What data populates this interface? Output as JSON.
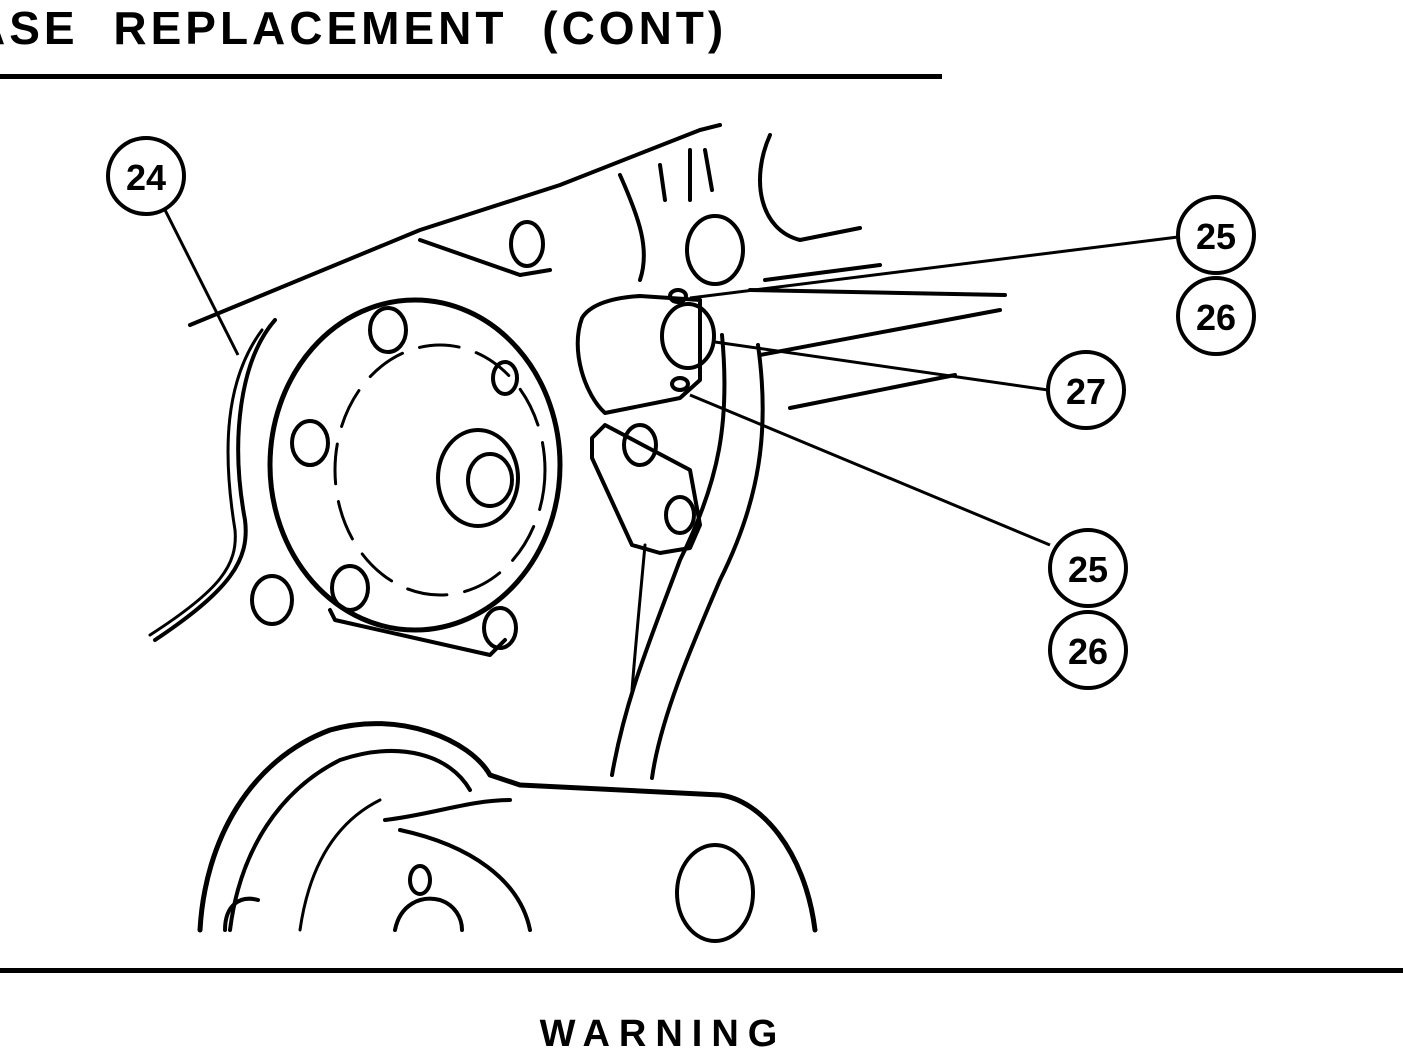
{
  "header": {
    "title": "ASE REPLACEMENT (CONT)"
  },
  "figure": {
    "callouts": [
      {
        "id": "c24",
        "label": "24"
      },
      {
        "id": "c25a",
        "label": "25"
      },
      {
        "id": "c26a",
        "label": "26"
      },
      {
        "id": "c27",
        "label": "27"
      },
      {
        "id": "c25b",
        "label": "25"
      },
      {
        "id": "c26b",
        "label": "26"
      }
    ]
  },
  "warning": {
    "heading": "WARNING"
  }
}
